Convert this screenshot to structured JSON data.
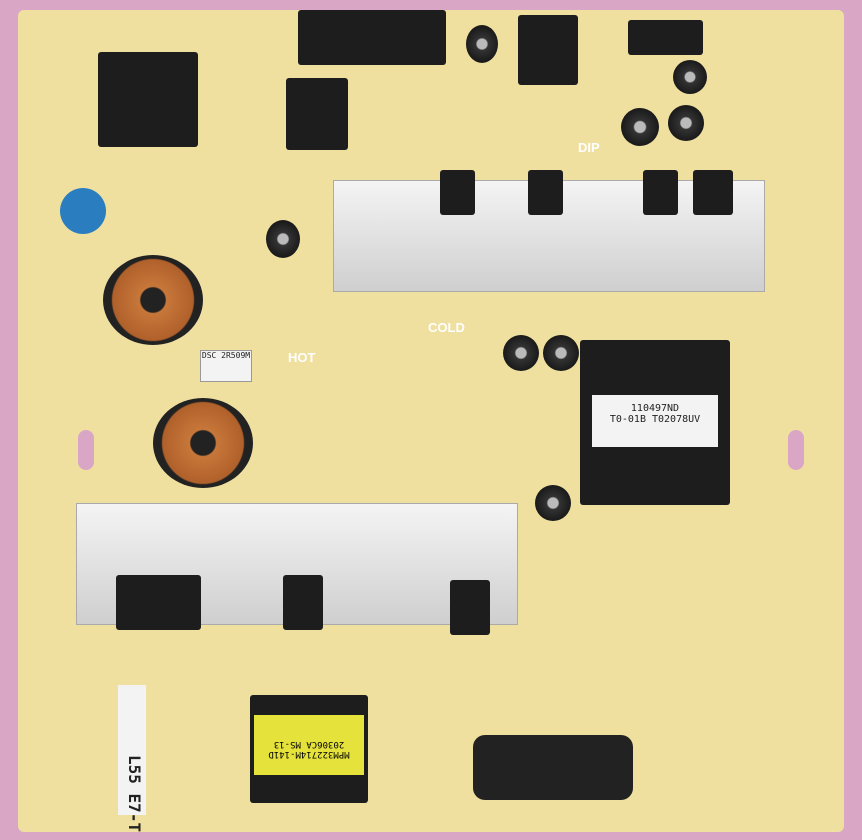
{
  "transformer_main": {
    "line1": "110497ND",
    "line2": "T0-01B T02078UV"
  },
  "transformer_small": {
    "line1": "MPM322714M-141D",
    "line2": "20306CA  MS-13"
  },
  "board_label": {
    "model": "L55",
    "code": "E7-T"
  },
  "capacitor_label": "DSC 2R509M",
  "silkscreen": {
    "hot": "HOT",
    "cold": "COLD",
    "dip": "DIP"
  },
  "colors": {
    "pcb": "#efe0a0",
    "background": "#d9a6c6",
    "heatsink": "#e6e6e6"
  }
}
